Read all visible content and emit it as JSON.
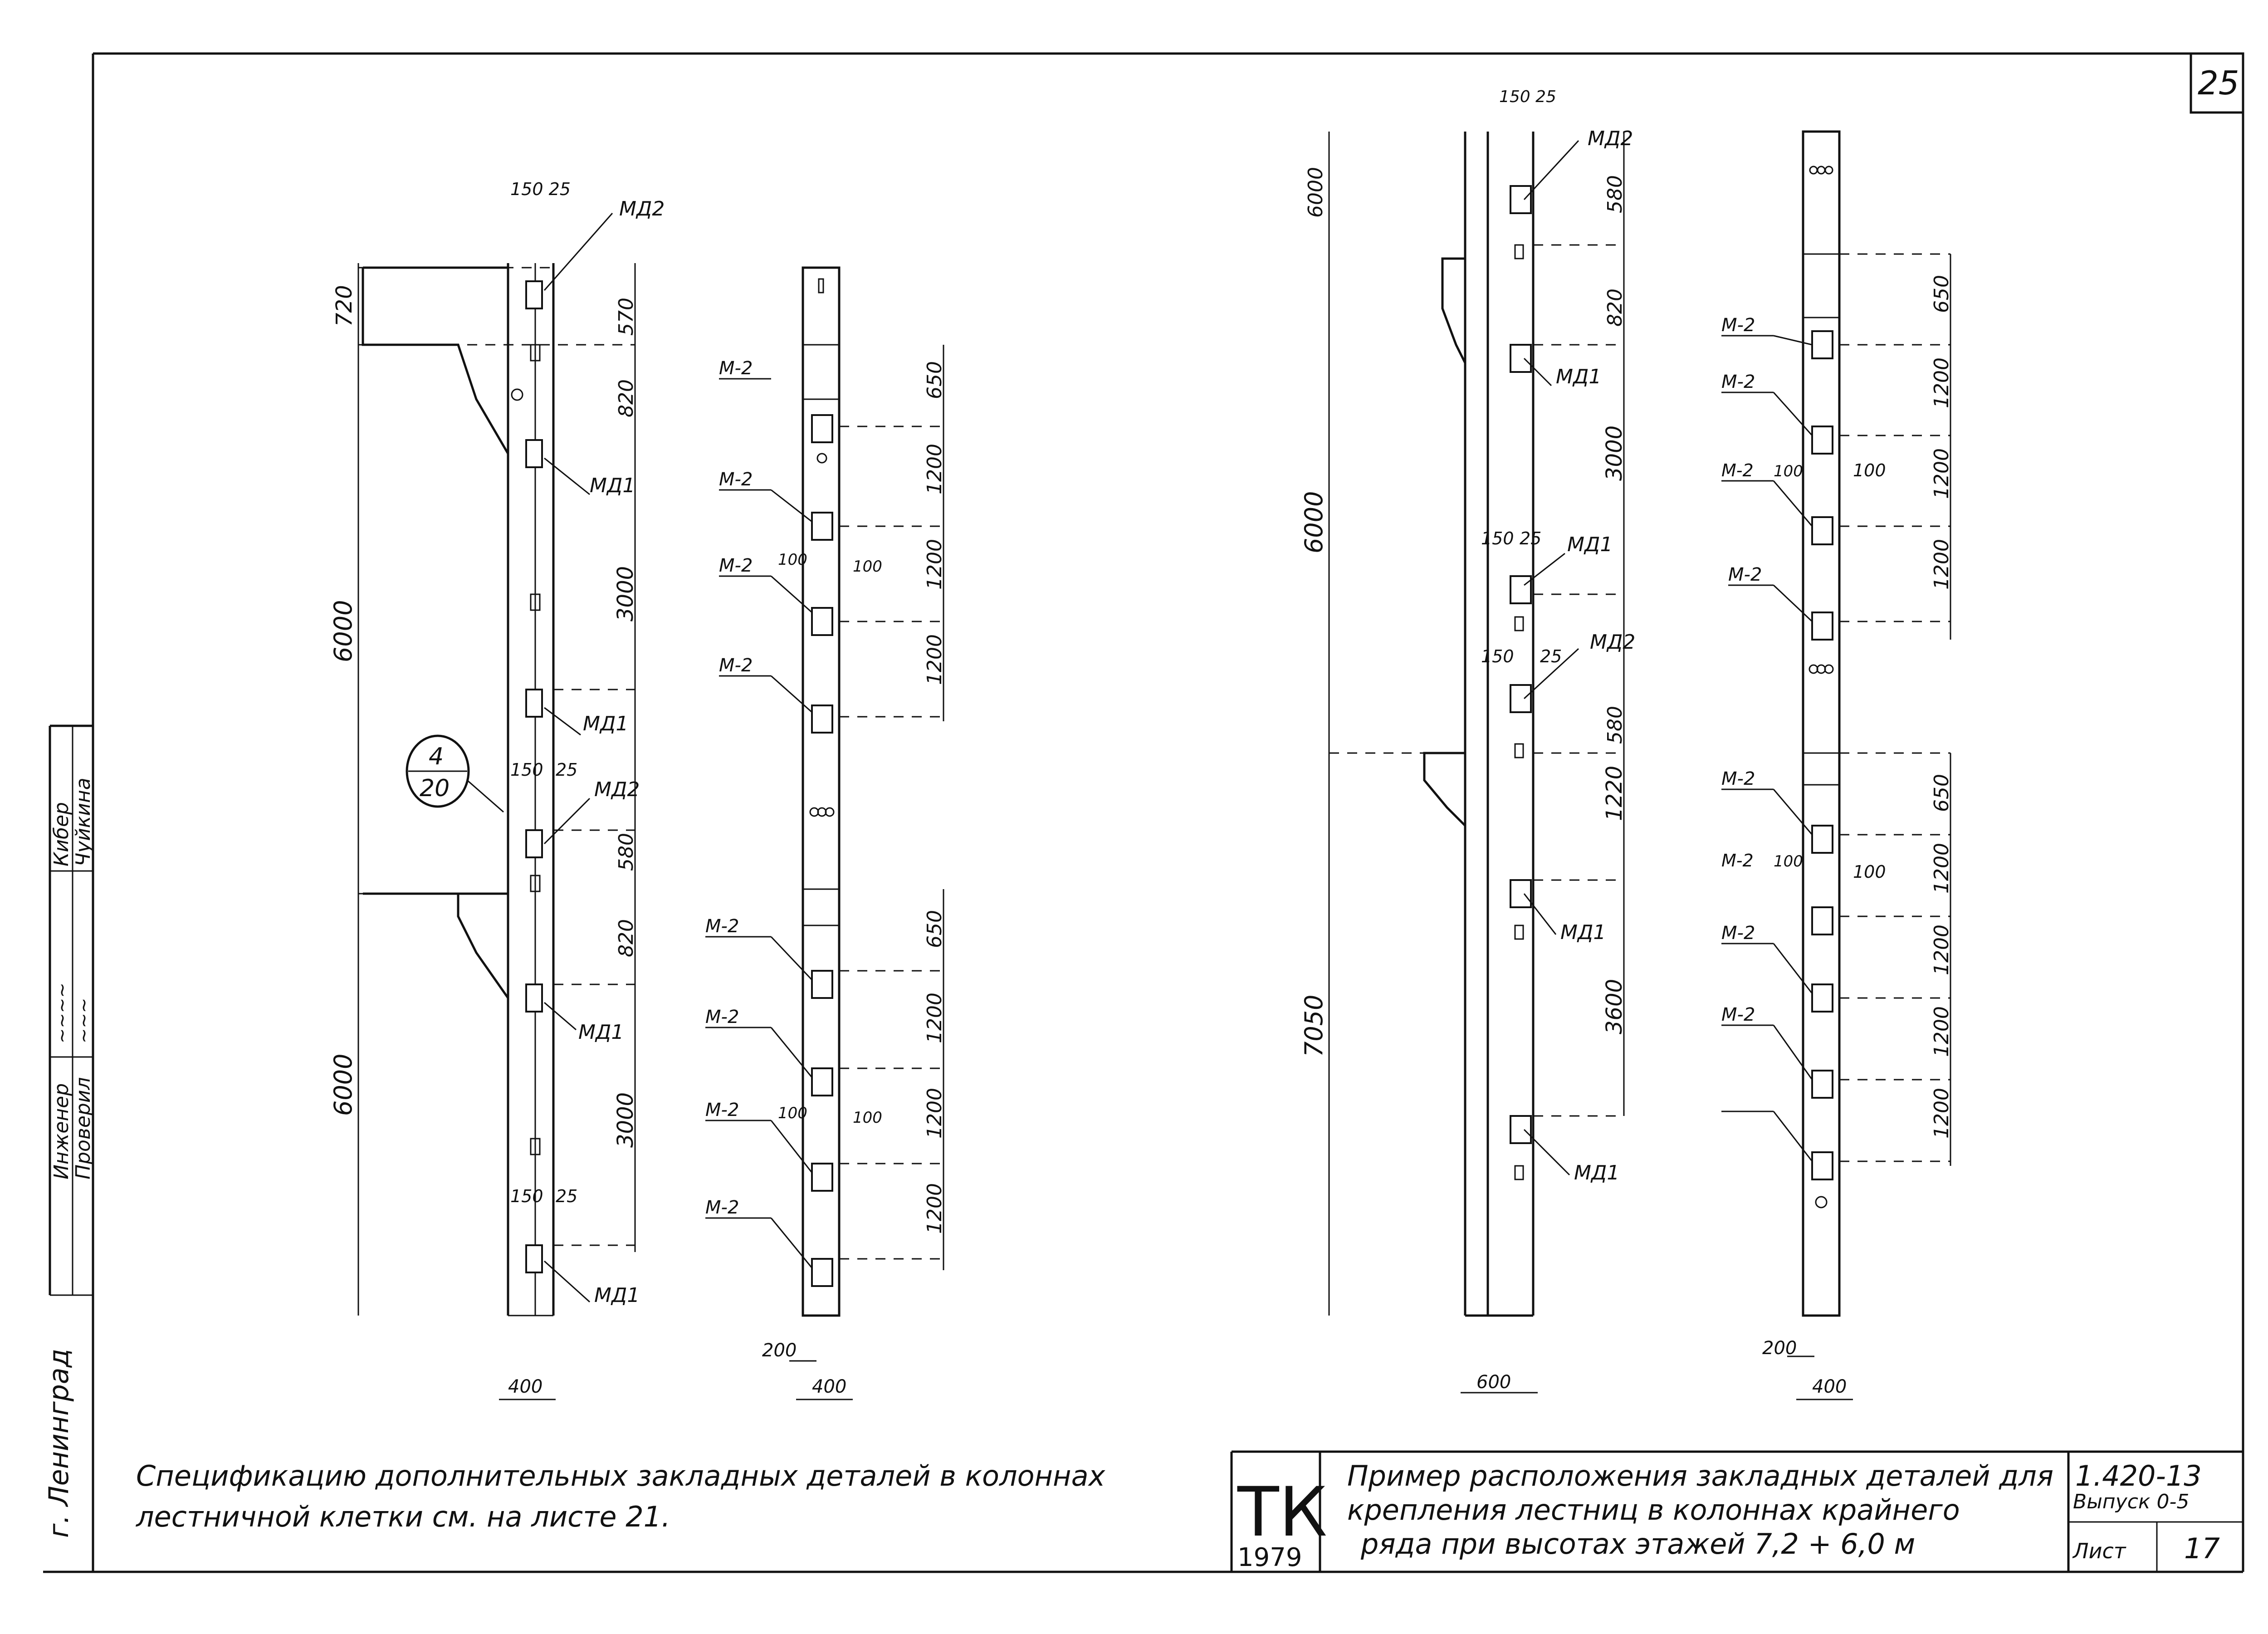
{
  "sheet_number": "25",
  "side_stamp": {
    "city": "г. Ленинград",
    "role_engineer": "Инженер",
    "role_checked": "Проверил",
    "name_1": "Кибер",
    "name_2": "Чуйкина"
  },
  "callout": {
    "num": "4",
    "den": "20"
  },
  "note_text_1": "Спецификацию дополнительных закладных деталей в колоннах",
  "note_text_2": "лестничной клетки см. на листе 21.",
  "title_block": {
    "logo_letters": "ТК",
    "year": "1979",
    "title_line_1": "Пример расположения закладных деталей для",
    "title_line_2": "крепления лестниц в колоннах крайнего",
    "title_line_3": "ряда при высотах этажей 7,2 + 6,0 м",
    "series": "1.420-13",
    "issue": "Выпуск 0-5",
    "sheet_label": "Лист",
    "sheet_value": "17"
  },
  "col1": {
    "top_dims": "150 25",
    "heights": [
      "720",
      "6000",
      "6000"
    ],
    "dims_right": [
      "570",
      "820",
      "3000",
      "580",
      "820",
      "3000"
    ],
    "mid_dims_a": "150",
    "mid_dims_b": "25",
    "low_dims_a": "150",
    "low_dims_b": "25",
    "width": "400",
    "tags": [
      "МД2",
      "МД1",
      "МД1",
      "МД2",
      "МД1",
      "МД1"
    ]
  },
  "col2": {
    "dims_right": [
      "650",
      "1200",
      "1200",
      "1200",
      "650",
      "1200",
      "1200",
      "1200"
    ],
    "gap_a": "100",
    "gap_b": "100",
    "gap_c": "100",
    "gap_d": "100",
    "offset": "200",
    "width": "400",
    "tags": [
      "М-2",
      "М-2",
      "М-2",
      "М-2",
      "М-2",
      "М-2",
      "М-2",
      "М-2"
    ]
  },
  "col3": {
    "top_dims": "150 25",
    "heights": [
      "6000",
      "6000",
      "7050"
    ],
    "dims_right": [
      "580",
      "820",
      "3000",
      "580",
      "1220",
      "3600"
    ],
    "mid_a": "150",
    "mid_b": "25",
    "mid2_a": "150",
    "mid2_b": "25",
    "width": "600",
    "tags": [
      "МД2",
      "МД1",
      "МД1",
      "МД2",
      "МД1",
      "МД1"
    ]
  },
  "col4": {
    "dims_right": [
      "650",
      "1200",
      "1200",
      "1200",
      "650",
      "1200",
      "1200",
      "1200",
      "1200"
    ],
    "gap_a": "100",
    "gap_b": "100",
    "gap_c": "100",
    "gap_d": "100",
    "offset": "200",
    "width": "400",
    "tags": [
      "М-2",
      "М-2",
      "М-2",
      "М-2",
      "М-2",
      "М-2",
      "М-2",
      "М-2"
    ]
  }
}
